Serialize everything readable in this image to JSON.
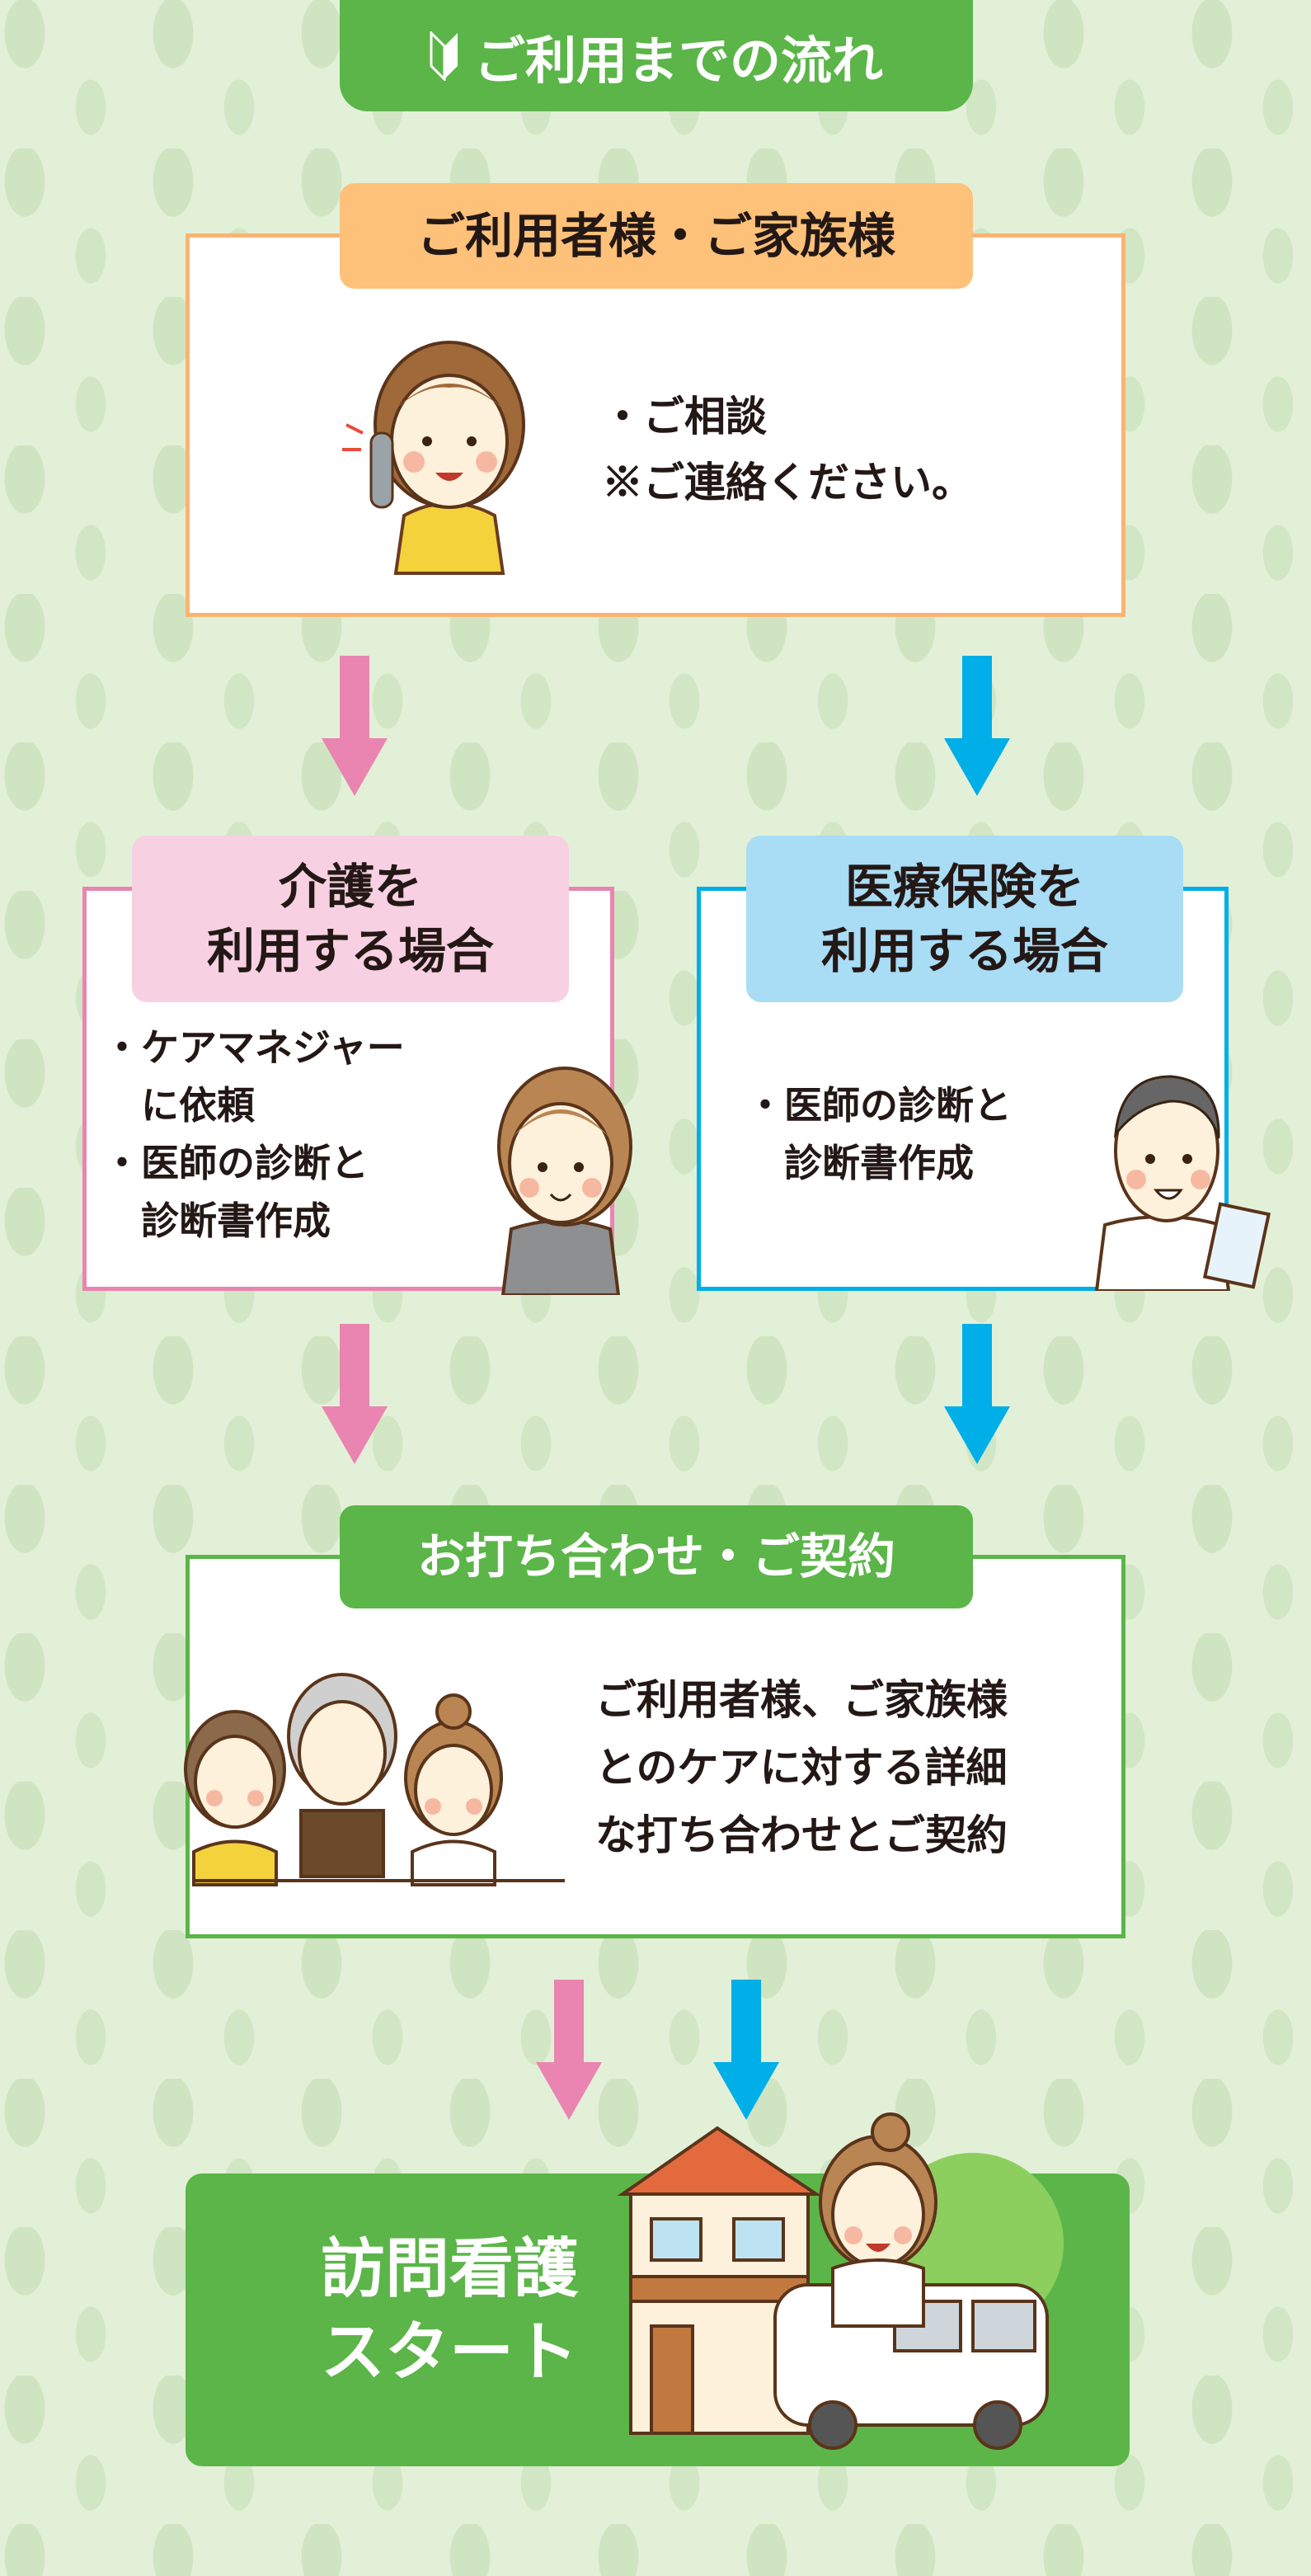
{
  "header": {
    "title": "ご利用までの流れ",
    "icon": "beginner-mark-icon"
  },
  "step1": {
    "label": "ご利用者様・ご家族様",
    "lines": [
      "・ご相談",
      "※ご連絡ください。"
    ]
  },
  "care": {
    "label_lines": [
      "介護を",
      "利用する場合"
    ],
    "lines": [
      "・ケアマネジャー",
      "　に依頼",
      "・医師の診断と",
      "　診断書作成"
    ]
  },
  "medical": {
    "label_lines": [
      "医療保険を",
      "利用する場合"
    ],
    "lines": [
      "・医師の診断と",
      "　診断書作成"
    ]
  },
  "meeting": {
    "label": "お打ち合わせ・ご契約",
    "lines": [
      "ご利用者様、ご家族様",
      "とのケアに対する詳細",
      "な打ち合わせとご契約"
    ]
  },
  "final": {
    "lines": [
      "訪問看護",
      "スタート"
    ]
  },
  "colors": {
    "green": "#5bb548",
    "orange": "#fdc17a",
    "pink": "#e985b0",
    "blue": "#00aee8"
  }
}
